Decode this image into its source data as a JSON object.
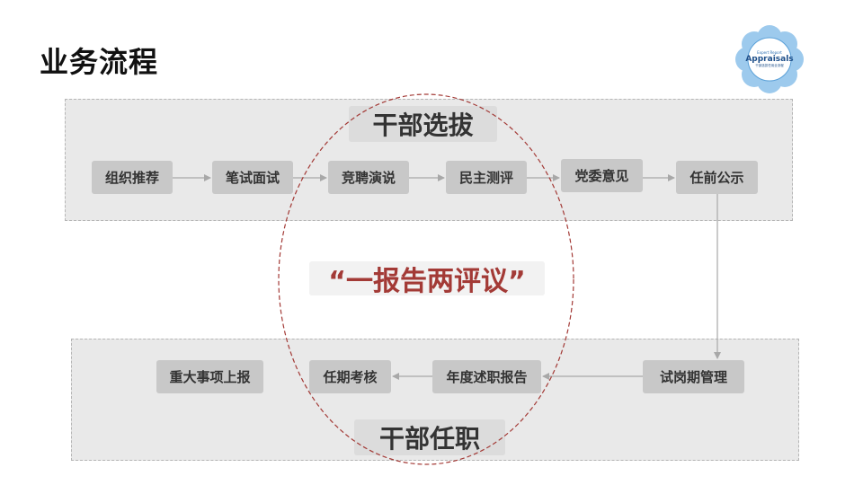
{
  "page": {
    "title": "业务流程"
  },
  "logo": {
    "top": "Expert Report",
    "main": "Appraisals",
    "sub": "干部选拔任用全流程"
  },
  "selection": {
    "label": "干部选拔",
    "steps": [
      "组织推荐",
      "笔试面试",
      "竞聘演说",
      "民主测评",
      "党委意见",
      "任前公示"
    ]
  },
  "center": {
    "label": "“一报告两评议”"
  },
  "appointment": {
    "label": "干部任职",
    "steps": [
      "重大事项上报",
      "任期考核",
      "年度述职报告",
      "试岗期管理"
    ]
  },
  "colors": {
    "accent": "#a33a36",
    "box": "#c8c8c8",
    "panel": "#e9e9e9",
    "arrow": "#a8a8a8",
    "logo": "#6fb0e3"
  }
}
